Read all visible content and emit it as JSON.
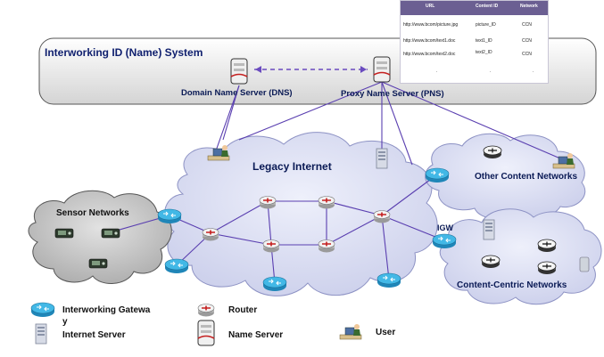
{
  "system": {
    "title": "Interworking ID (Name) System"
  },
  "servers": {
    "dns_label": "Domain Name Server (DNS)",
    "pns_label": "Proxy Name Server (PNS)"
  },
  "clouds": {
    "legacy": "Legacy Internet",
    "sensor": "Sensor Networks",
    "other": "Other Content Networks",
    "ccn": "Content-Centric Networks"
  },
  "igw_label": "IGW",
  "table": {
    "headers": [
      "URL",
      "Content ID",
      "Network"
    ],
    "rows": [
      [
        "http://www.bcom/picture.jpg",
        "picture_ID",
        "CCN"
      ],
      [
        "http://www.bcom/text1.doc",
        "text1_ID",
        "CCN"
      ],
      [
        "http://www.bcom/text2.doc",
        "text2_ID",
        "CCN"
      ],
      [
        ".",
        ".",
        "."
      ]
    ]
  },
  "legend": {
    "gateway_line1": "Interworking Gatewa",
    "gateway_line2": "y",
    "server": "Internet Server",
    "router": "Router",
    "name_server": "Name Server",
    "user": "User"
  },
  "colors": {
    "cloud_fill": "#d9dcf2",
    "cloud_stroke": "#8d92c4",
    "sensor_cloud": "#bdbdbd",
    "gateway": "#2aa3d6",
    "link": "#5a3fb0",
    "system_box": "#e6e6e6"
  }
}
